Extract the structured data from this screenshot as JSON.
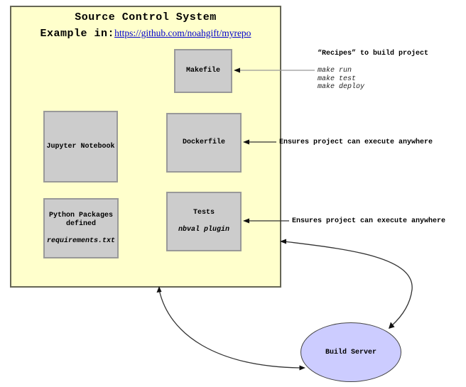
{
  "diagram": {
    "title": "Source Control System",
    "example_prefix": "Example in:",
    "example_link": "https://github.com/noahgift/myrepo",
    "boxes": {
      "makefile": {
        "label": "Makefile"
      },
      "jupyter": {
        "label": "Jupyter Notebook"
      },
      "dockerfile": {
        "label": "Dockerfile"
      },
      "python_packages": {
        "line1": "Python Packages",
        "line2": "defined",
        "line3": "requirements.txt"
      },
      "tests": {
        "line1": "Tests",
        "line2": "nbval plugin"
      }
    },
    "annotations": {
      "recipes_title": "“Recipes” to build project",
      "make_commands": [
        "make run",
        "make test",
        "make deploy"
      ],
      "dockerfile_note": "Ensures project can execute anywhere",
      "tests_note": "Ensures project can execute anywhere"
    },
    "build_server_label": "Build Server",
    "colors": {
      "container_fill": "#ffffcc",
      "container_border": "#666655",
      "node_fill": "#cccccc",
      "node_border": "#999999",
      "ellipse_fill": "#ccccff",
      "ellipse_border": "#444444",
      "link_blue": "#0000cc",
      "arrow_dark": "#333333",
      "arrow_gray": "#999999"
    }
  }
}
